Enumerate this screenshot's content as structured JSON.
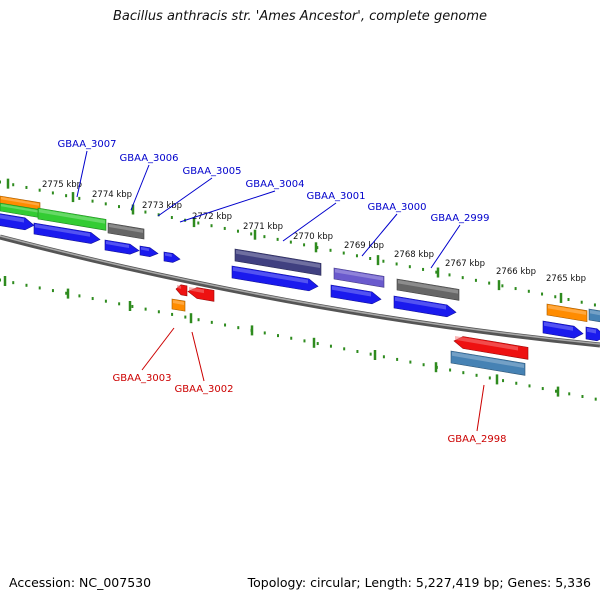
{
  "title": "Bacillus anthracis str. 'Ames Ancestor', complete genome",
  "footer": {
    "accession": "Accession: NC_007530",
    "summary": "Topology: circular; Length: 5,227,419 bp; Genes: 5,336"
  },
  "colors": {
    "backbone": "#808080",
    "ruler": "#2e8b1e",
    "gene_blue": "#1a1aee",
    "gene_red": "#ee1111",
    "gene_green": "#33cc33",
    "gene_orange": "#ff8c00",
    "gene_gray": "#666666",
    "gene_darkslate": "#404080",
    "gene_slate": "#6a5acd",
    "gene_steel": "#4682b4",
    "label_forward": "#0000cc",
    "label_reverse": "#cc0000"
  },
  "ruler_ticks": [
    "2775 kbp",
    "2774 kbp",
    "2773 kbp",
    "2772 kbp",
    "2771 kbp",
    "2770 kbp",
    "2769 kbp",
    "2768 kbp",
    "2767 kbp",
    "2766 kbp",
    "2765 kbp"
  ],
  "gene_labels": {
    "forward": [
      "GBAA_3007",
      "GBAA_3006",
      "GBAA_3005",
      "GBAA_3004",
      "GBAA_3001",
      "GBAA_3000",
      "GBAA_2999"
    ],
    "reverse": [
      "GBAA_3003",
      "GBAA_3002",
      "GBAA_2998"
    ]
  }
}
